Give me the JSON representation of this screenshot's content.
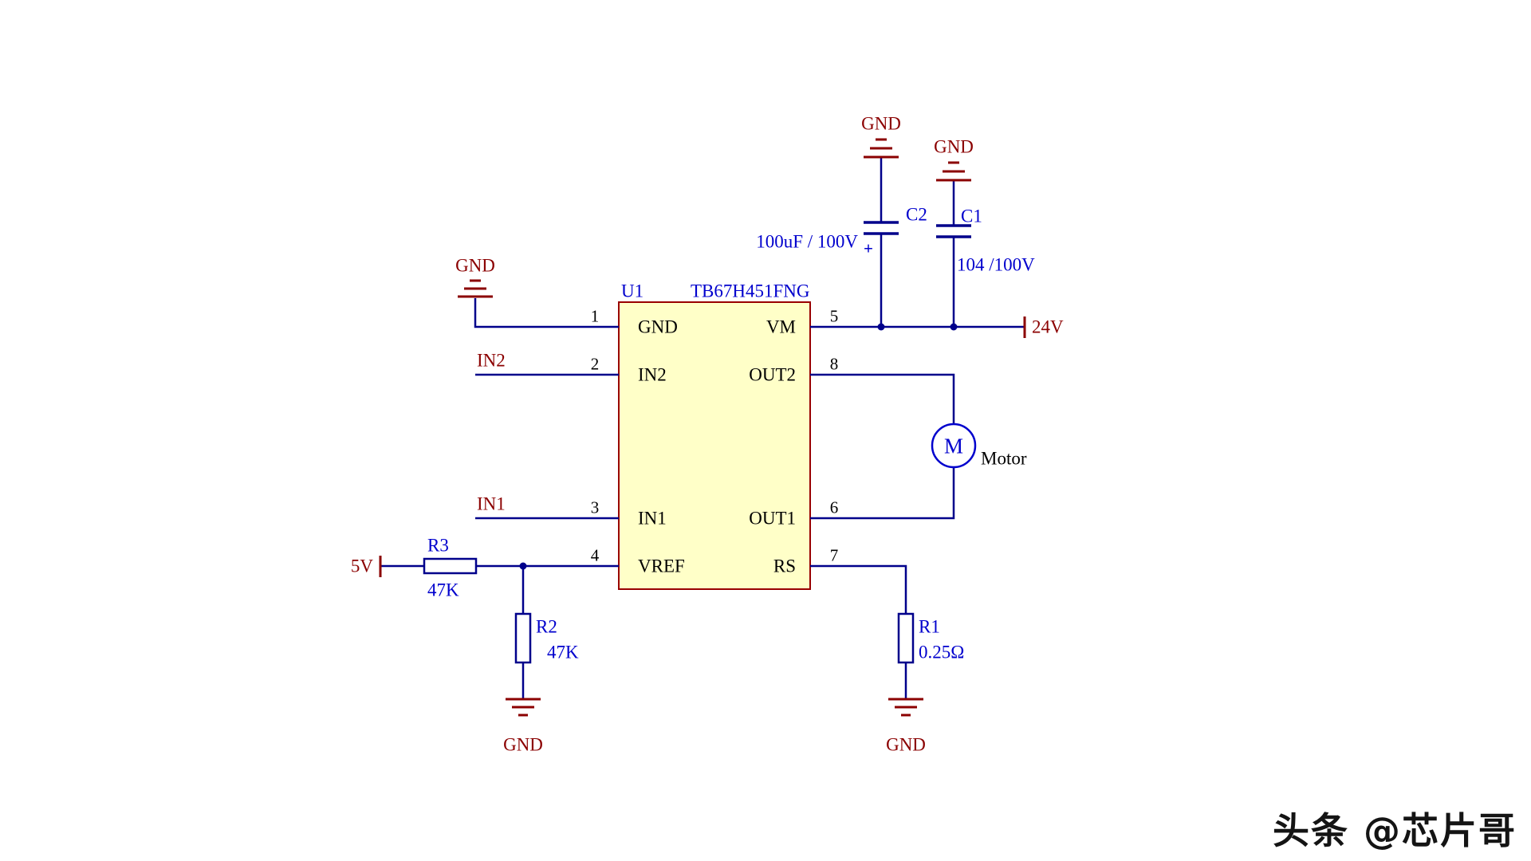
{
  "schematic": {
    "ic": {
      "refdes": "U1",
      "part": "TB67H451FNG",
      "pins_left": [
        {
          "num": "1",
          "name": "GND"
        },
        {
          "num": "2",
          "name": "IN2"
        },
        {
          "num": "3",
          "name": "IN1"
        },
        {
          "num": "4",
          "name": "VREF"
        }
      ],
      "pins_right": [
        {
          "num": "5",
          "name": "VM"
        },
        {
          "num": "8",
          "name": "OUT2"
        },
        {
          "num": "6",
          "name": "OUT1"
        },
        {
          "num": "7",
          "name": "RS"
        }
      ]
    },
    "net_labels": {
      "gnd": "GND",
      "in2": "IN2",
      "in1": "IN1",
      "v5": "5V",
      "v24": "24V"
    },
    "components": {
      "c2": {
        "refdes": "C2",
        "value": "100uF / 100V",
        "polarity": "+"
      },
      "c1": {
        "refdes": "C1",
        "value": "104 /100V"
      },
      "r3": {
        "refdes": "R3",
        "value": "47K"
      },
      "r2": {
        "refdes": "R2",
        "value": "47K"
      },
      "r1": {
        "refdes": "R1",
        "value": "0.25Ω"
      },
      "motor": {
        "symbol": "M",
        "label": "Motor"
      }
    },
    "colors": {
      "wire": "#00008B",
      "power_symbol": "#8B0000",
      "component_label": "#0000CD",
      "ic_fill": "#FFFFC8",
      "ic_border": "#990000",
      "pin_text": "#000000"
    }
  },
  "watermark": "头条 @芯片哥"
}
